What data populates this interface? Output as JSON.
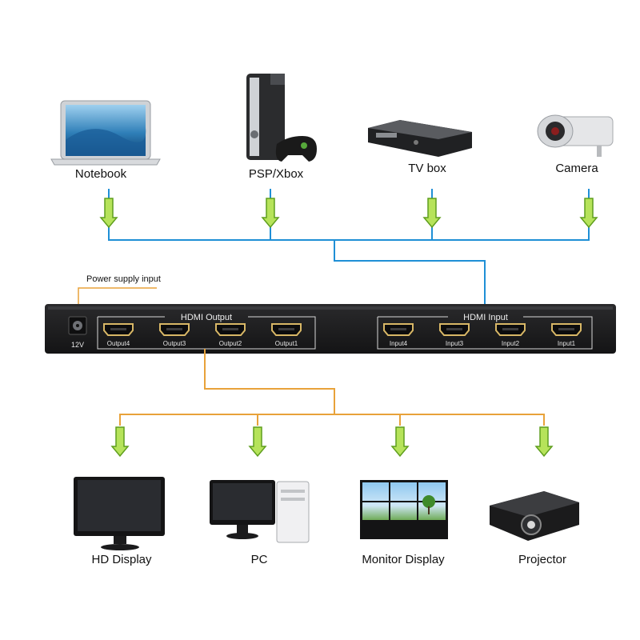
{
  "sources": [
    {
      "label": "Notebook",
      "icon": "laptop-icon"
    },
    {
      "label": "PSP/Xbox",
      "icon": "game-console-icon"
    },
    {
      "label": "TV box",
      "icon": "set-top-box-icon"
    },
    {
      "label": "Camera",
      "icon": "security-camera-icon"
    }
  ],
  "device": {
    "power_label": "Power supply input",
    "power_port_label": "12V",
    "output_group_label": "HDMI Output",
    "input_group_label": "HDMI Input",
    "outputs": [
      "Output4",
      "Output3",
      "Output2",
      "Output1"
    ],
    "inputs": [
      "Input4",
      "Input3",
      "Input2",
      "Input1"
    ]
  },
  "displays": [
    {
      "label": "HD Display",
      "icon": "monitor-icon"
    },
    {
      "label": "PC",
      "icon": "desktop-pc-icon"
    },
    {
      "label": "Monitor Display",
      "icon": "video-wall-icon"
    },
    {
      "label": "Projector",
      "icon": "projector-icon"
    }
  ],
  "colors": {
    "input_line": "#1f8fd6",
    "output_line": "#e8a23a",
    "arrow_fill": "#b6e35a",
    "arrow_stroke": "#5f9e1e",
    "device_body": "#1d1d1f",
    "port_gold": "#d8b766"
  }
}
